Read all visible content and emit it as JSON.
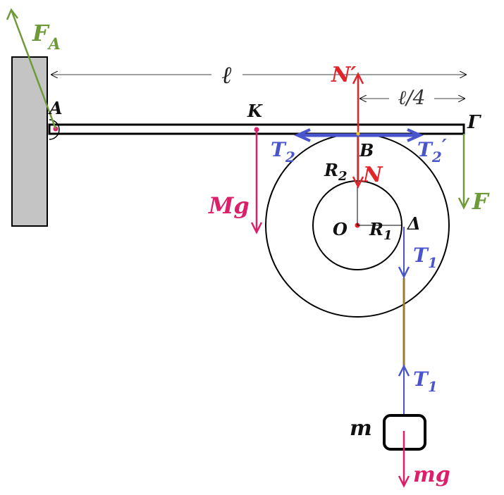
{
  "colors": {
    "green": "#6f9a3a",
    "red": "#e0242a",
    "magenta": "#dc1f6a",
    "blue": "#4a55cc",
    "black": "#000000",
    "wall": "#c4c4c4",
    "rope": "#9a7a30"
  },
  "labels": {
    "FA_main": "F",
    "FA_sub": "A",
    "A": "A",
    "length_l": "ℓ",
    "N_prime": "N′",
    "quarter_l": "ℓ/4",
    "K": "K",
    "Gamma": "Γ",
    "T2_left_main": "T",
    "T2_left_sub": "2",
    "B": "B",
    "T2_right_main": "T",
    "T2_right_sub": "2",
    "T2_right_prime": "′",
    "R2_main": "R",
    "R2_sub": "2",
    "N": "N",
    "F": "F",
    "Mg": "Mg",
    "O": "O",
    "R1_main": "R",
    "R1_sub": "1",
    "Delta": "Δ",
    "T1_top_main": "T",
    "T1_top_sub": "1",
    "T1_bottom_main": "T",
    "T1_bottom_sub": "1",
    "m": "m",
    "mg": "mg"
  }
}
